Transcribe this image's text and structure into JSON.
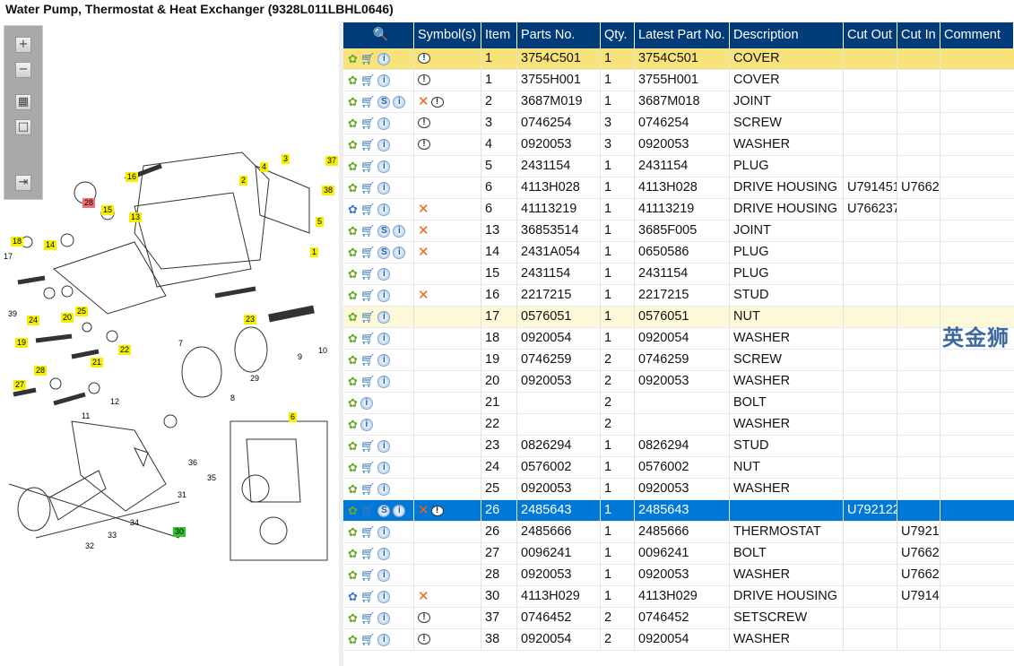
{
  "title": "Water Pump, Thermostat & Heat Exchanger (9328L011LBHL0646)",
  "watermark": "英金狮",
  "toolbar": {
    "zoom_in": "+",
    "zoom_out": "−",
    "fit": "▦",
    "actual": "□",
    "export": "⇥"
  },
  "columns": [
    "",
    "Symbol(s)",
    "Item",
    "Parts No.",
    "Qty.",
    "Latest Part No.",
    "Description",
    "Cut Out",
    "Cut In",
    "Comment"
  ],
  "rows": [
    {
      "gear": "green",
      "cart": true,
      "s": false,
      "sym": "b",
      "item": "1",
      "part": "3754C501",
      "qty": "1",
      "latest": "3754C501",
      "desc": "COVER",
      "out": "",
      "in": "",
      "state": "sel1"
    },
    {
      "gear": "green",
      "cart": true,
      "s": false,
      "sym": "b",
      "item": "1",
      "part": "3755H001",
      "qty": "1",
      "latest": "3755H001",
      "desc": "COVER",
      "out": "",
      "in": ""
    },
    {
      "gear": "green",
      "cart": true,
      "s": true,
      "sym": "xb",
      "item": "2",
      "part": "3687M019",
      "qty": "1",
      "latest": "3687M018",
      "desc": "JOINT",
      "out": "",
      "in": ""
    },
    {
      "gear": "green",
      "cart": true,
      "s": false,
      "sym": "b",
      "item": "3",
      "part": "0746254",
      "qty": "3",
      "latest": "0746254",
      "desc": "SCREW",
      "out": "",
      "in": ""
    },
    {
      "gear": "green",
      "cart": true,
      "s": false,
      "sym": "b",
      "item": "4",
      "part": "0920053",
      "qty": "3",
      "latest": "0920053",
      "desc": "WASHER",
      "out": "",
      "in": ""
    },
    {
      "gear": "green",
      "cart": true,
      "s": false,
      "sym": "",
      "item": "5",
      "part": "2431154",
      "qty": "1",
      "latest": "2431154",
      "desc": "PLUG",
      "out": "",
      "in": ""
    },
    {
      "gear": "green",
      "cart": true,
      "s": false,
      "sym": "",
      "item": "6",
      "part": "4113H028",
      "qty": "1",
      "latest": "4113H028",
      "desc": "DRIVE HOUSING",
      "out": "U791451",
      "in": "U7662"
    },
    {
      "gear": "blue",
      "cart": true,
      "s": false,
      "sym": "x",
      "item": "6",
      "part": "41113219",
      "qty": "1",
      "latest": "41113219",
      "desc": "DRIVE HOUSING",
      "out": "U766237",
      "in": ""
    },
    {
      "gear": "green",
      "cart": true,
      "s": true,
      "sym": "x",
      "item": "13",
      "part": "36853514",
      "qty": "1",
      "latest": "3685F005",
      "desc": "JOINT",
      "out": "",
      "in": ""
    },
    {
      "gear": "green",
      "cart": true,
      "s": true,
      "sym": "x",
      "item": "14",
      "part": "2431A054",
      "qty": "1",
      "latest": "0650586",
      "desc": "PLUG",
      "out": "",
      "in": ""
    },
    {
      "gear": "green",
      "cart": true,
      "s": false,
      "sym": "",
      "item": "15",
      "part": "2431154",
      "qty": "1",
      "latest": "2431154",
      "desc": "PLUG",
      "out": "",
      "in": ""
    },
    {
      "gear": "green",
      "cart": true,
      "s": false,
      "sym": "x",
      "item": "16",
      "part": "2217215",
      "qty": "1",
      "latest": "2217215",
      "desc": "STUD",
      "out": "",
      "in": ""
    },
    {
      "gear": "green",
      "cart": true,
      "s": false,
      "sym": "",
      "item": "17",
      "part": "0576051",
      "qty": "1",
      "latest": "0576051",
      "desc": "NUT",
      "out": "",
      "in": "",
      "state": "sel2"
    },
    {
      "gear": "green",
      "cart": true,
      "s": false,
      "sym": "",
      "item": "18",
      "part": "0920054",
      "qty": "1",
      "latest": "0920054",
      "desc": "WASHER",
      "out": "",
      "in": ""
    },
    {
      "gear": "green",
      "cart": true,
      "s": false,
      "sym": "",
      "item": "19",
      "part": "0746259",
      "qty": "2",
      "latest": "0746259",
      "desc": "SCREW",
      "out": "",
      "in": ""
    },
    {
      "gear": "green",
      "cart": true,
      "s": false,
      "sym": "",
      "item": "20",
      "part": "0920053",
      "qty": "2",
      "latest": "0920053",
      "desc": "WASHER",
      "out": "",
      "in": ""
    },
    {
      "gear": "green",
      "cart": false,
      "s": false,
      "sym": "",
      "item": "21",
      "part": "",
      "qty": "2",
      "latest": "",
      "desc": "BOLT",
      "out": "",
      "in": ""
    },
    {
      "gear": "green",
      "cart": false,
      "s": false,
      "sym": "",
      "item": "22",
      "part": "",
      "qty": "2",
      "latest": "",
      "desc": "WASHER",
      "out": "",
      "in": ""
    },
    {
      "gear": "green",
      "cart": true,
      "s": false,
      "sym": "",
      "item": "23",
      "part": "0826294",
      "qty": "1",
      "latest": "0826294",
      "desc": "STUD",
      "out": "",
      "in": ""
    },
    {
      "gear": "green",
      "cart": true,
      "s": false,
      "sym": "",
      "item": "24",
      "part": "0576002",
      "qty": "1",
      "latest": "0576002",
      "desc": "NUT",
      "out": "",
      "in": ""
    },
    {
      "gear": "green",
      "cart": true,
      "s": false,
      "sym": "",
      "item": "25",
      "part": "0920053",
      "qty": "1",
      "latest": "0920053",
      "desc": "WASHER",
      "out": "",
      "in": ""
    },
    {
      "gear": "green",
      "cart": true,
      "s": true,
      "sym": "xb",
      "item": "26",
      "part": "2485643",
      "qty": "1",
      "latest": "2485643",
      "desc": "",
      "out": "U792122",
      "in": "",
      "state": "active"
    },
    {
      "gear": "green",
      "cart": true,
      "s": false,
      "sym": "",
      "item": "26",
      "part": "2485666",
      "qty": "1",
      "latest": "2485666",
      "desc": "THERMOSTAT",
      "out": "",
      "in": "U7921"
    },
    {
      "gear": "green",
      "cart": true,
      "s": false,
      "sym": "",
      "item": "27",
      "part": "0096241",
      "qty": "1",
      "latest": "0096241",
      "desc": "BOLT",
      "out": "",
      "in": "U7662"
    },
    {
      "gear": "green",
      "cart": true,
      "s": false,
      "sym": "",
      "item": "28",
      "part": "0920053",
      "qty": "1",
      "latest": "0920053",
      "desc": "WASHER",
      "out": "",
      "in": "U7662"
    },
    {
      "gear": "blue",
      "cart": true,
      "s": false,
      "sym": "x",
      "item": "30",
      "part": "4113H029",
      "qty": "1",
      "latest": "4113H029",
      "desc": "DRIVE HOUSING",
      "out": "",
      "in": "U7914"
    },
    {
      "gear": "green",
      "cart": true,
      "s": false,
      "sym": "b",
      "item": "37",
      "part": "0746452",
      "qty": "2",
      "latest": "0746452",
      "desc": "SETSCREW",
      "out": "",
      "in": ""
    },
    {
      "gear": "green",
      "cart": true,
      "s": false,
      "sym": "b",
      "item": "38",
      "part": "0920054",
      "qty": "2",
      "latest": "0920054",
      "desc": "WASHER",
      "out": "",
      "in": ""
    }
  ],
  "callouts": [
    {
      "n": "16",
      "c": "y"
    },
    {
      "n": "2",
      "c": "y"
    },
    {
      "n": "4",
      "c": "y"
    },
    {
      "n": "3",
      "c": "y"
    },
    {
      "n": "37",
      "c": "y"
    },
    {
      "n": "5",
      "c": "y"
    },
    {
      "n": "38",
      "c": "y"
    },
    {
      "n": "1",
      "c": "y"
    },
    {
      "n": "28",
      "c": "r"
    },
    {
      "n": "15",
      "c": "y"
    },
    {
      "n": "13",
      "c": "y"
    },
    {
      "n": "18",
      "c": "y"
    },
    {
      "n": "14",
      "c": "y"
    },
    {
      "n": "17",
      "c": ""
    },
    {
      "n": "39",
      "c": ""
    },
    {
      "n": "24",
      "c": "y"
    },
    {
      "n": "20",
      "c": "y"
    },
    {
      "n": "25",
      "c": "y"
    },
    {
      "n": "23",
      "c": "y"
    },
    {
      "n": "7",
      "c": ""
    },
    {
      "n": "10",
      "c": ""
    },
    {
      "n": "19",
      "c": "y"
    },
    {
      "n": "22",
      "c": "y"
    },
    {
      "n": "9",
      "c": ""
    },
    {
      "n": "21",
      "c": "y"
    },
    {
      "n": "28",
      "c": "y"
    },
    {
      "n": "29",
      "c": ""
    },
    {
      "n": "12",
      "c": ""
    },
    {
      "n": "27",
      "c": "y"
    },
    {
      "n": "8",
      "c": ""
    },
    {
      "n": "11",
      "c": ""
    },
    {
      "n": "6",
      "c": "y"
    },
    {
      "n": "36",
      "c": ""
    },
    {
      "n": "35",
      "c": ""
    },
    {
      "n": "31",
      "c": ""
    },
    {
      "n": "34",
      "c": ""
    },
    {
      "n": "33",
      "c": ""
    },
    {
      "n": "32",
      "c": ""
    },
    {
      "n": "30",
      "c": "g"
    }
  ]
}
